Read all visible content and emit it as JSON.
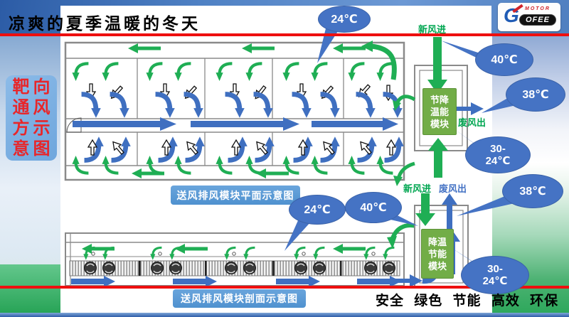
{
  "title": "凉爽的夏季温暖的冬天",
  "logo": {
    "g": "G",
    "motor": "MOTOR",
    "ofee": "OFEE"
  },
  "sidebar": {
    "lines": [
      "靶向",
      "通风",
      "方示",
      "意图"
    ]
  },
  "captions": {
    "plan": "送风排风模块平面示意图",
    "section": "送风排风模块剖面示意图"
  },
  "modules": {
    "top": {
      "lines": [
        "节降",
        "温能",
        "模块"
      ]
    },
    "bottom": {
      "lines": [
        "降温",
        "节能",
        "模块"
      ]
    }
  },
  "labels": {
    "top_fresh_in": "新风进",
    "top_exhaust_out": "废风出",
    "bottom_fresh_in": "新风进",
    "bottom_exhaust_out": "废风出"
  },
  "bubbles": {
    "plan_indoor": "24℃",
    "plan_inlet": "40℃",
    "plan_exhaust": "38℃",
    "plan_outlet_lines": [
      "30-",
      "24℃"
    ],
    "section_indoor": "24℃",
    "section_inlet": "40℃",
    "section_exhaust": "38℃",
    "section_outlet_lines": [
      "30-",
      "24℃"
    ]
  },
  "motto": "安全 绿色 节能 高效 环保",
  "colors": {
    "arrow_green": "#1fae54",
    "arrow_blue": "#3f6fc0",
    "bubble_blue": "#4573c4",
    "module_green": "#72ad47",
    "caption_blue": "#5b9bd5",
    "line_red": "#ee0f0f"
  }
}
